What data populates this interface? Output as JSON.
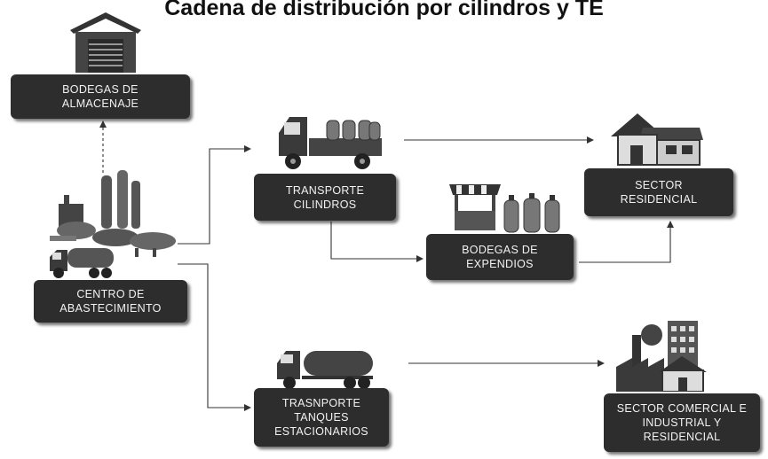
{
  "title": "Cadena de distribución por cilindros y TE",
  "nodes": {
    "bodegas_almacenaje": {
      "line1": "BODEGAS DE",
      "line2": "ALMACENAJE"
    },
    "centro_abastecimiento": {
      "line1": "CENTRO DE",
      "line2": "ABASTECIMIENTO"
    },
    "transporte_cilindros": {
      "line1": "TRANSPORTE",
      "line2": "CILINDROS"
    },
    "bodegas_expendios": {
      "line1": "BODEGAS DE",
      "line2": "EXPENDIOS"
    },
    "sector_residencial": {
      "line1": "SECTOR",
      "line2": "RESIDENCIAL"
    },
    "transporte_tanques": {
      "line1": "TRASNPORTE",
      "line2": "TANQUES",
      "line3": "ESTACIONARIOS"
    },
    "sector_comercial": {
      "line1": "SECTOR COMERCIAL E",
      "line2": "INDUSTRIAL Y",
      "line3": "RESIDENCIAL"
    }
  },
  "icons": [
    "warehouse-icon",
    "plant-icon",
    "fuel-truck-icon",
    "cylinder-truck-icon",
    "market-stall-icon",
    "gas-cylinders-icon",
    "house-icon",
    "tanker-truck-icon",
    "factory-icon"
  ],
  "colors": {
    "box": "#2d2d2d",
    "box_text": "#f2f2f2",
    "line": "#333333"
  }
}
